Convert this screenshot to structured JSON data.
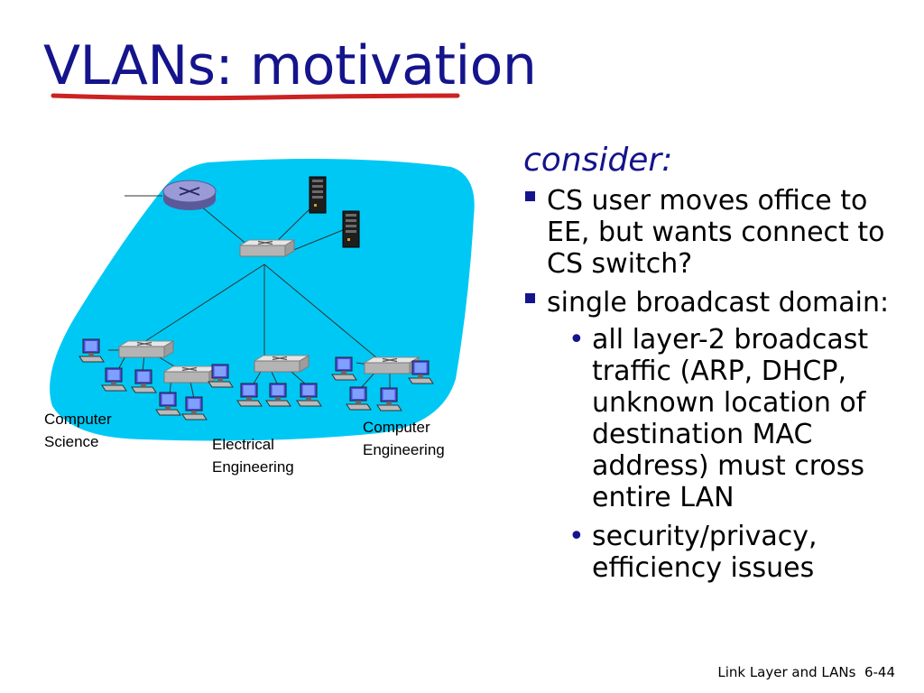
{
  "slide": {
    "title": "VLANs: motivation",
    "consider": "consider:",
    "bullets": [
      "CS user moves office to EE, but wants connect to CS switch?",
      "single broadcast domain:"
    ],
    "sub_bullets": [
      "all layer-2 broadcast traffic (ARP, DHCP, unknown location of destination MAC address) must cross entire LAN",
      "security/privacy, efficiency issues"
    ],
    "footer_section": "Link Layer and LANs",
    "footer_page": "6-44"
  },
  "diagram": {
    "labels": {
      "cs_line1": "Computer",
      "cs_line2": "Science",
      "ee_line1": "Electrical",
      "ee_line2": "Engineering",
      "ce_line1": "Computer",
      "ce_line2": "Engineering"
    },
    "colors": {
      "lan_blob": "#00c8f4",
      "title": "#14148c",
      "underline": "#cc2222"
    }
  }
}
